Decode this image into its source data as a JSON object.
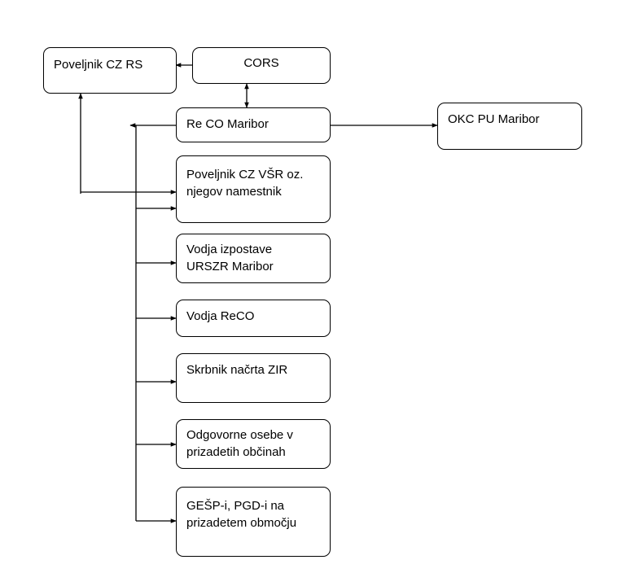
{
  "nodes": {
    "poveljnik_cz_rs": "Poveljnik CZ RS",
    "cors": "CORS",
    "re_co_maribor": "Re CO Maribor",
    "okc_pu_maribor": "OKC PU Maribor",
    "poveljnik_cz_vsr": "Poveljnik CZ VŠR oz.\nnjegov namestnik",
    "vodja_izpostave": "Vodja izpostave\nURSZR Maribor",
    "vodja_reco": "Vodja ReCO",
    "skrbnik_nacrta": "Skrbnik načrta ZIR",
    "odgovorne_osebe": "Odgovorne osebe v\nprizadetih občinah",
    "gesp_pgd": "GEŠP-i, PGD-i na\nprizadetem območju"
  }
}
